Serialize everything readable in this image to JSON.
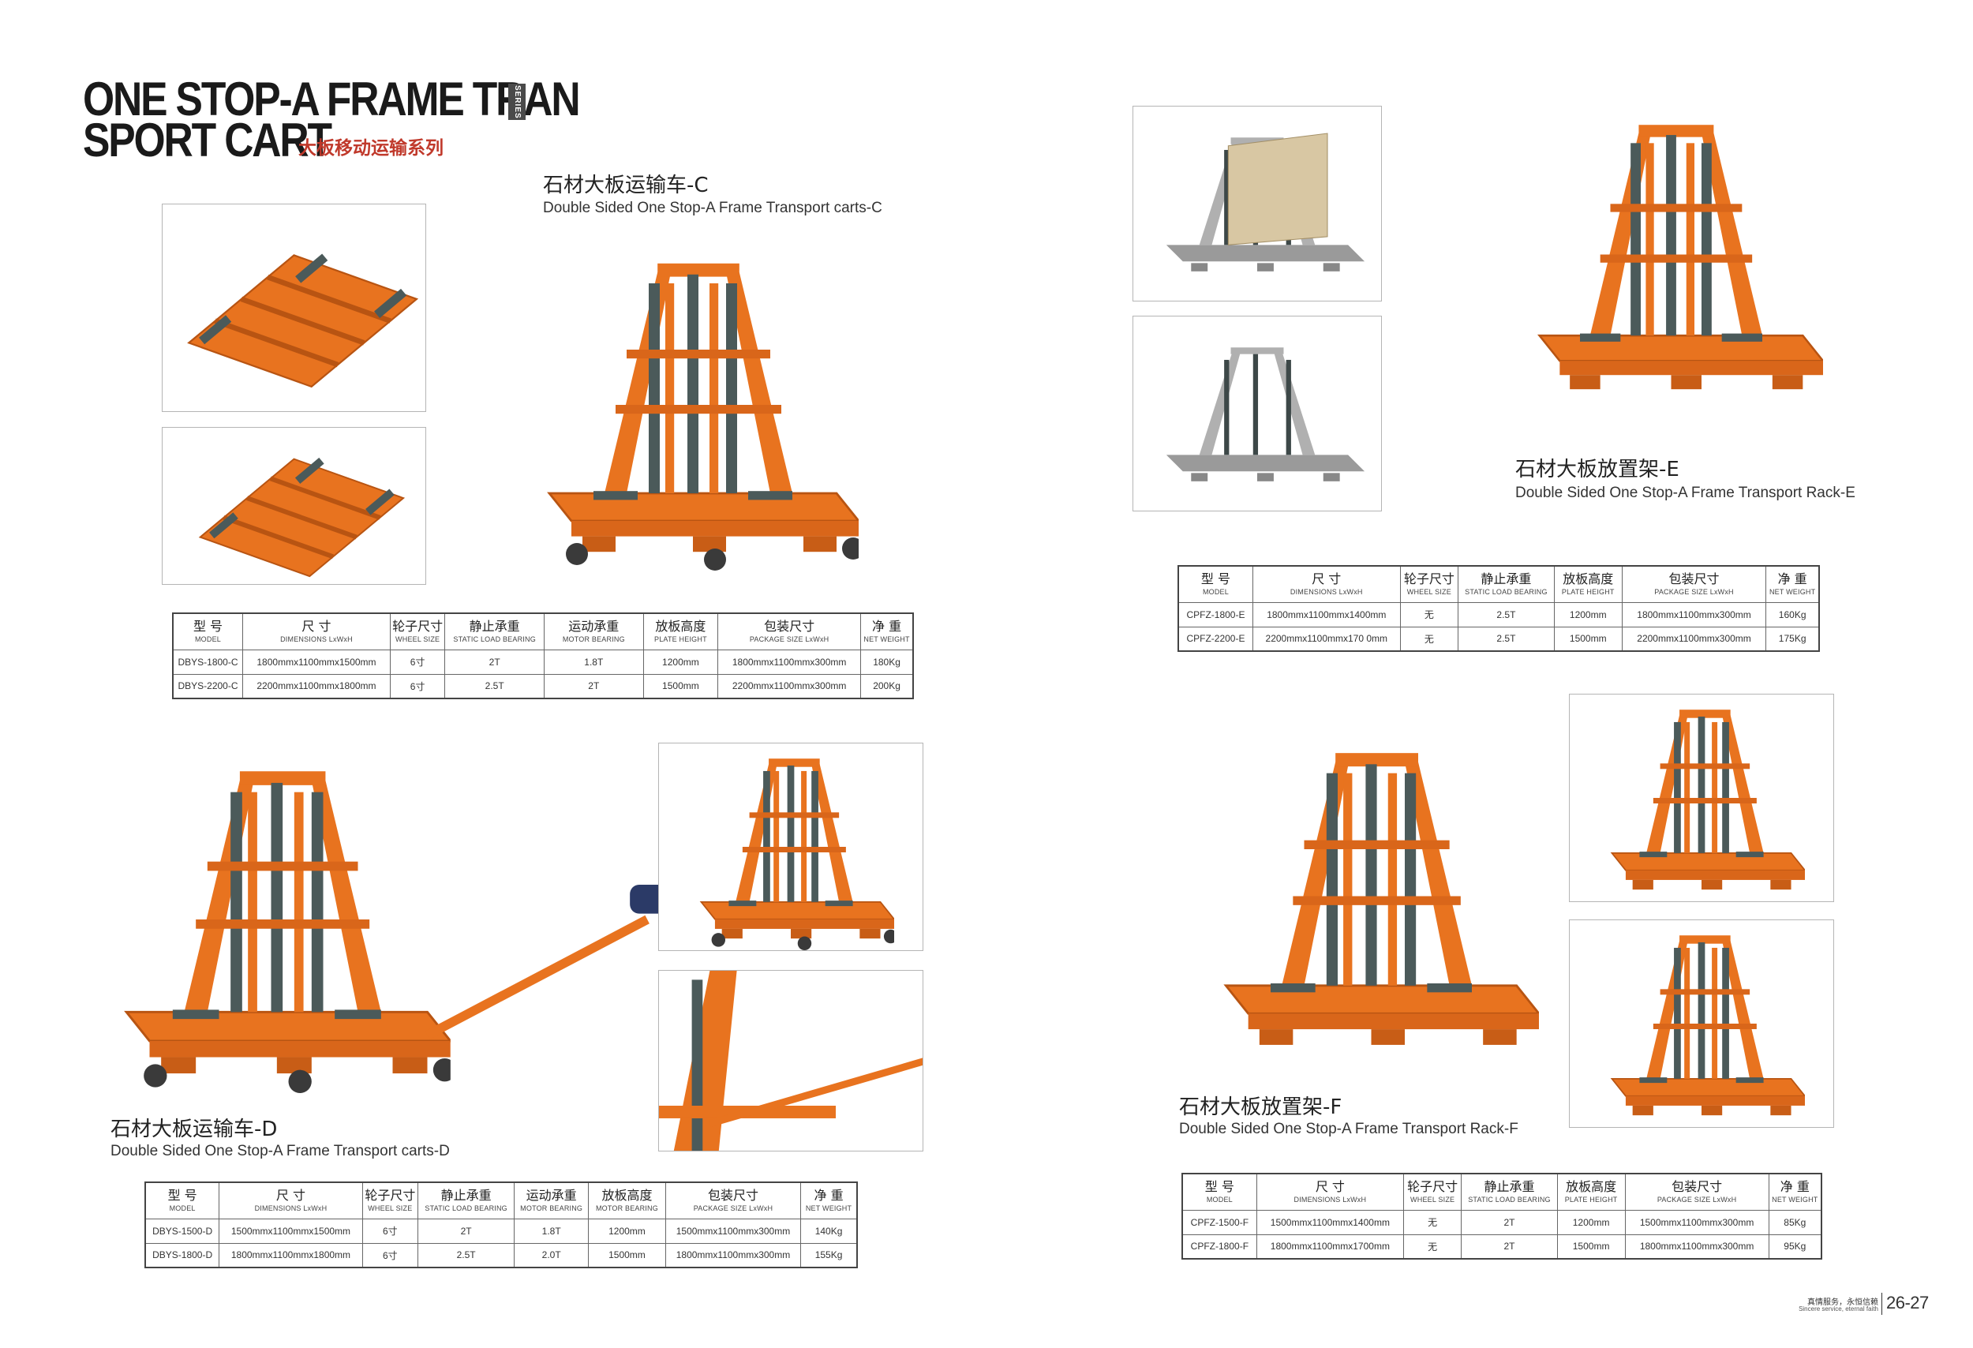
{
  "header": {
    "title_line1": "ONE STOP-A FRAME TRAN",
    "title_line2": "SPORT CART",
    "series_tag": "SERIES",
    "subtitle_cn": "大板移动运输系列"
  },
  "products": {
    "c": {
      "name_cn": "石材大板运输车-C",
      "name_en": "Double Sided One Stop-A Frame Transport carts-C"
    },
    "d": {
      "name_cn": "石材大板运输车-D",
      "name_en": "Double Sided One Stop-A Frame Transport carts-D"
    },
    "e": {
      "name_cn": "石材大板放置架-E",
      "name_en": "Double Sided One Stop-A Frame Transport Rack-E"
    },
    "f": {
      "name_cn": "石材大板放置架-F",
      "name_en": "Double Sided One Stop-A Frame Transport Rack-F"
    }
  },
  "headers": {
    "model": {
      "cn": "型 号",
      "en": "MODEL"
    },
    "dims": {
      "cn": "尺 寸",
      "en": "DIMENSIONS  LxWxH"
    },
    "wheel": {
      "cn": "轮子尺寸",
      "en": "WHEEL SIZE"
    },
    "static": {
      "cn": "静止承重",
      "en": "STATIC LOAD BEARING"
    },
    "motor": {
      "cn": "运动承重",
      "en": "MOTOR BEARING"
    },
    "plate": {
      "cn": "放板高度",
      "en": "PLATE HEIGHT"
    },
    "plate_d": {
      "cn": "放板高度",
      "en": "MOTOR BEARING"
    },
    "package": {
      "cn": "包装尺寸",
      "en": "PACKAGE SIZE LxWxH"
    },
    "weight": {
      "cn": "净 重",
      "en": "NET WEIGHT"
    }
  },
  "table_c": [
    [
      "DBYS-1800-C",
      "1800mmx1100mmx1500mm",
      "6寸",
      "2T",
      "1.8T",
      "1200mm",
      "1800mmx1100mmx300mm",
      "180Kg"
    ],
    [
      "DBYS-2200-C",
      "2200mmx1100mmx1800mm",
      "6寸",
      "2.5T",
      "2T",
      "1500mm",
      "2200mmx1100mmx300mm",
      "200Kg"
    ]
  ],
  "table_d": [
    [
      "DBYS-1500-D",
      "1500mmx1100mmx1500mm",
      "6寸",
      "2T",
      "1.8T",
      "1200mm",
      "1500mmx1100mmx300mm",
      "140Kg"
    ],
    [
      "DBYS-1800-D",
      "1800mmx1100mmx1800mm",
      "6寸",
      "2.5T",
      "2.0T",
      "1500mm",
      "1800mmx1100mmx300mm",
      "155Kg"
    ]
  ],
  "table_e": [
    [
      "CPFZ-1800-E",
      "1800mmx1100mmx1400mm",
      "无",
      "2.5T",
      "1200mm",
      "1800mmx1100mmx300mm",
      "160Kg"
    ],
    [
      "CPFZ-2200-E",
      "2200mmx1100mmx170 0mm",
      "无",
      "2.5T",
      "1500mm",
      "2200mmx1100mmx300mm",
      "175Kg"
    ]
  ],
  "table_f": [
    [
      "CPFZ-1500-F",
      "1500mmx1100mmx1400mm",
      "无",
      "2T",
      "1200mm",
      "1500mmx1100mmx300mm",
      "85Kg"
    ],
    [
      "CPFZ-1800-F",
      "1800mmx1100mmx1700mm",
      "无",
      "2T",
      "1500mm",
      "1800mmx1100mmx300mm",
      "95Kg"
    ]
  ],
  "footer": {
    "slogan_cn": "真情服务，永恒信赖",
    "slogan_en": "Sincere service, eternal faith",
    "page_number": "26-27"
  },
  "colors": {
    "frame_orange": "#e8731f",
    "rubber_gray": "#4b5a5a",
    "title_red": "#c0392b"
  }
}
